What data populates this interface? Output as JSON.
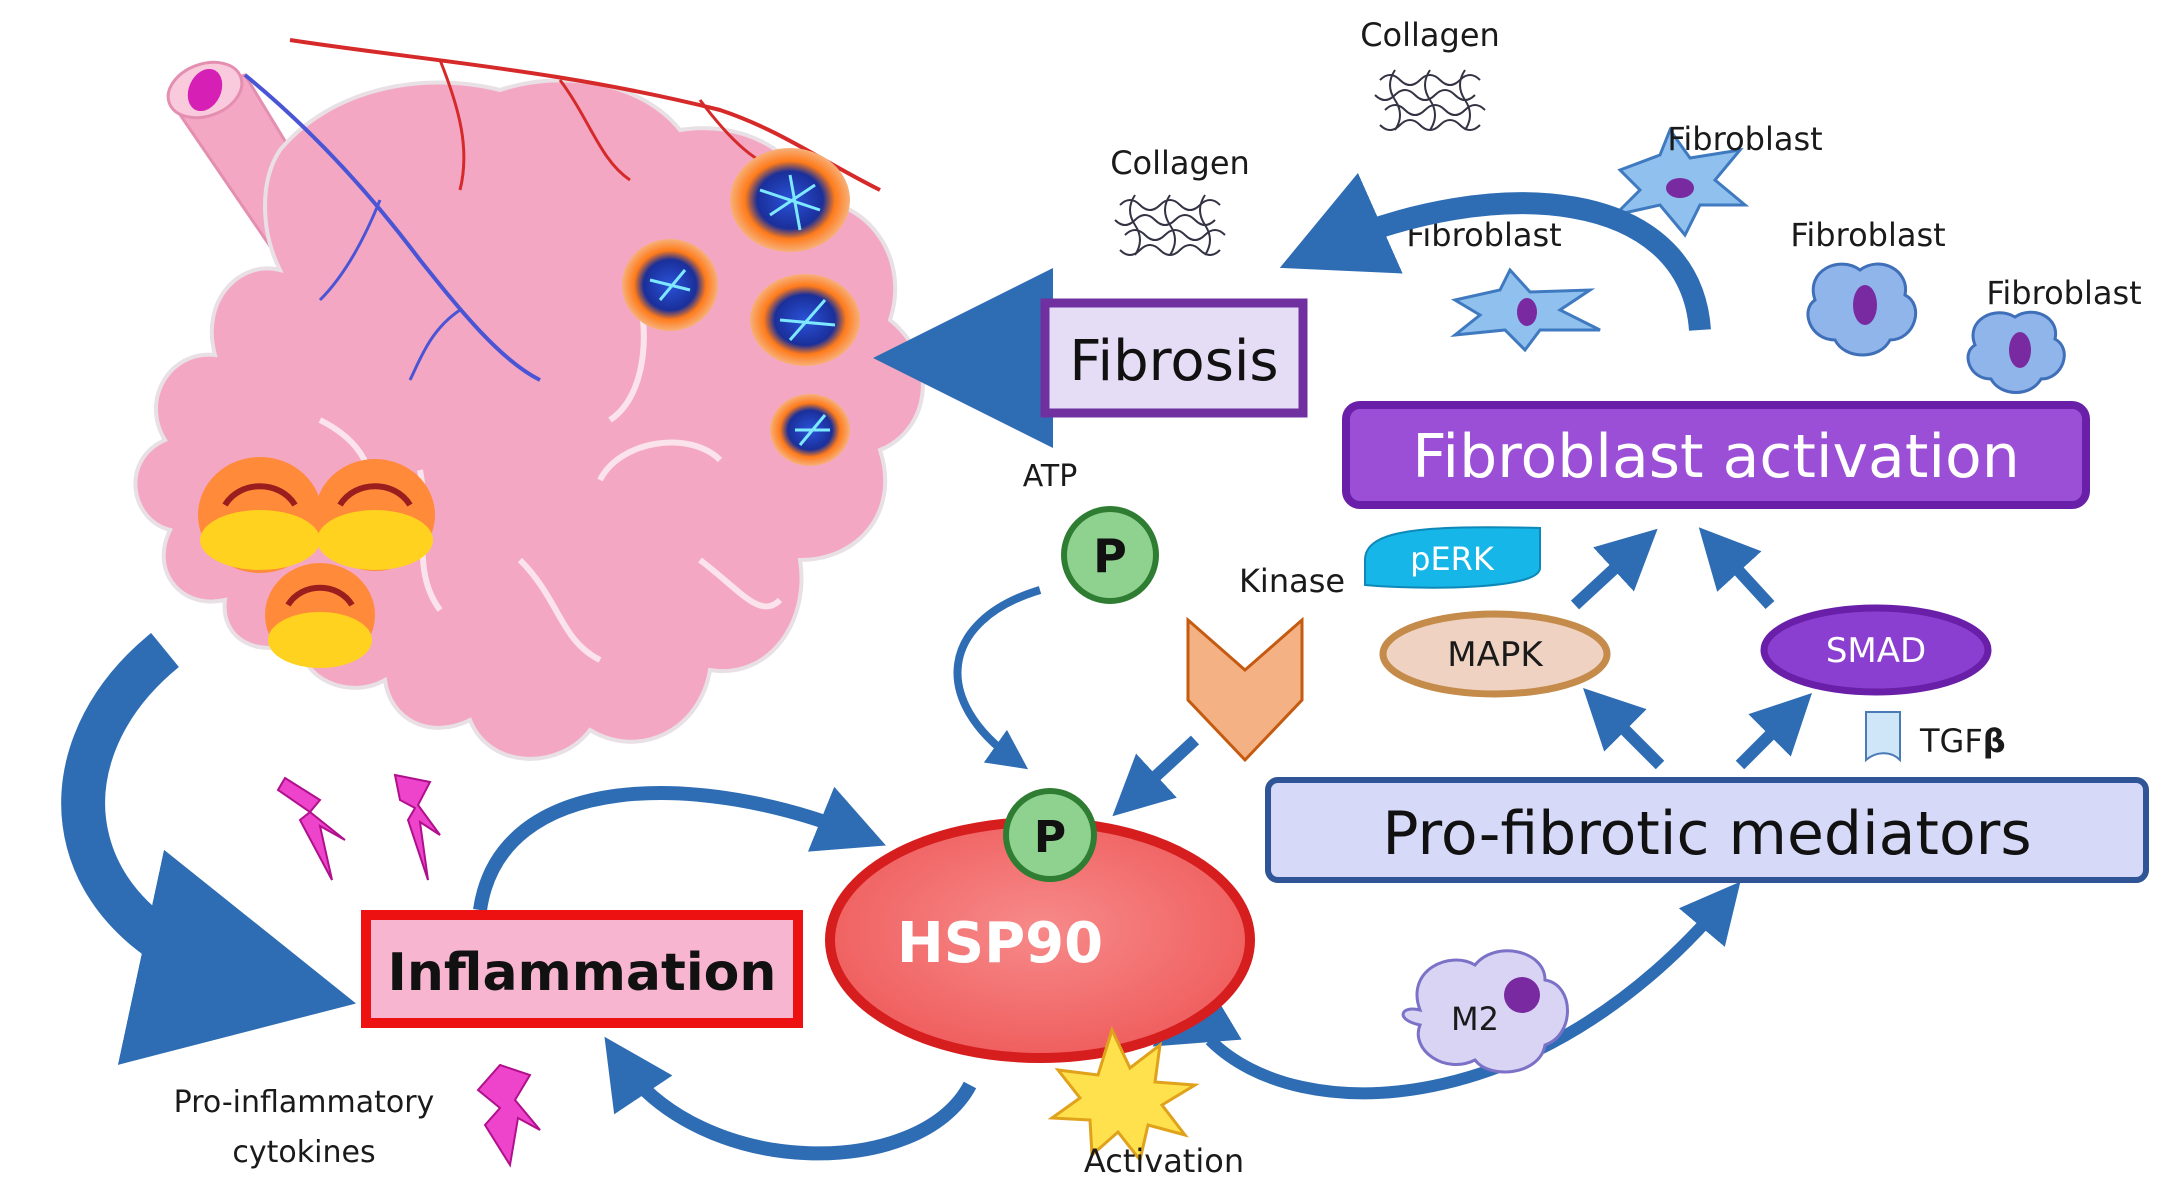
{
  "labels": {
    "collagen_top": "Collagen",
    "collagen_left": "Collagen",
    "fibroblast_1": "Fibroblast",
    "fibroblast_2": "Fibroblast",
    "fibroblast_3": "Fibroblast",
    "fibroblast_4": "Fibroblast",
    "fibrosis": "Fibrosis",
    "fibroblast_activation": "Fibroblast activation",
    "atp": "ATP",
    "p_top": "P",
    "kinase": "Kinase",
    "perk": "pERK",
    "mapk": "MAPK",
    "smad": "SMAD",
    "tgf": "TGF",
    "tgf_beta": "β",
    "pro_fibrotic_mediators": "Pro-fibrotic mediators",
    "p_hsp": "P",
    "hsp90": "HSP90",
    "inflammation": "Inflammation",
    "m2": "M2",
    "pro_inflammatory_line1": "Pro-inflammatory",
    "pro_inflammatory_line2": "cytokines",
    "activation": "Activation"
  },
  "colors": {
    "arrow_blue": "#2e6db4",
    "fibrosis_border": "#7030a0",
    "fibrosis_fill": "#e5dcf5",
    "activation_fill": "#9b4fd6",
    "mediators_fill": "#d6d9f7",
    "mediators_border": "#2f5597",
    "inflammation_border": "#ee1111",
    "inflammation_fill": "#f7b5cf",
    "hsp_fill": "#f46a6a",
    "hsp_border": "#d71e1e",
    "p_fill": "#8fd18f",
    "p_border": "#2e7d32",
    "kinase_fill": "#f4b183",
    "perk_fill": "#17b6e8",
    "mapk_border": "#c58b4a",
    "smad_fill": "#8a3fd0",
    "lung_pink": "#f4a7c3",
    "lightning": "#ee44cc",
    "star": "#ffe14d",
    "cell_blue": "#7aaee8"
  }
}
